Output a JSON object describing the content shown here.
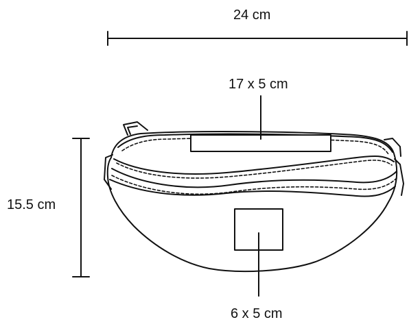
{
  "labels": {
    "width": "24 cm",
    "front_pocket": "17 x 5 cm",
    "height": "15.5 cm",
    "bottom_pocket": "6 x 5 cm"
  },
  "colors": {
    "line": "#111111",
    "background": "#ffffff"
  }
}
